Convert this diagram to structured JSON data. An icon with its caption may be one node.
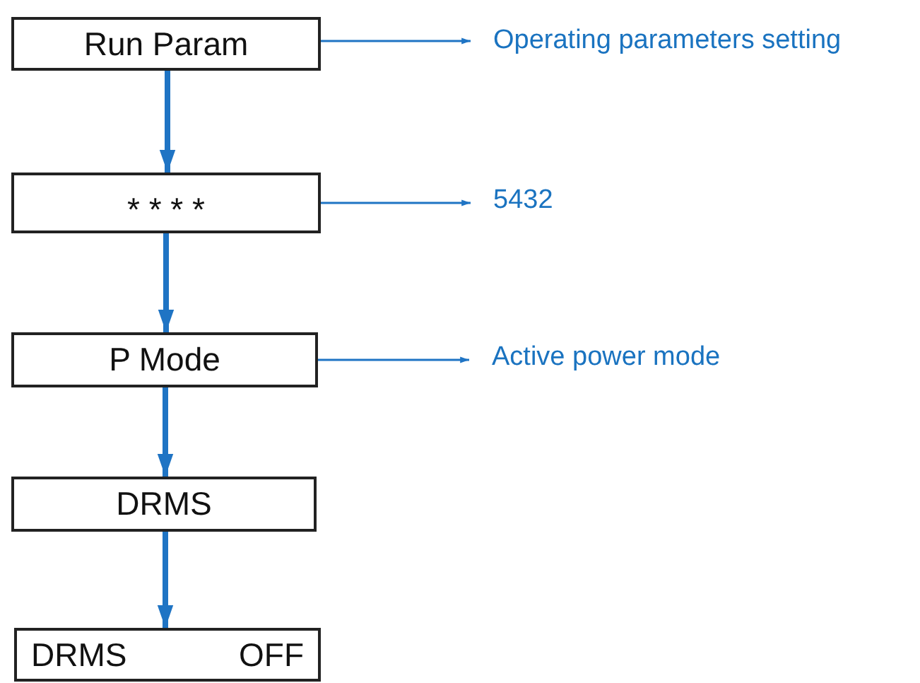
{
  "diagram": {
    "nodes": [
      {
        "text": [
          "Run Param"
        ]
      },
      {
        "text": [
          "Operating parameters setting"
        ]
      },
      {
        "text": [
          "* * * *"
        ]
      },
      {
        "text": [
          "5432"
        ]
      },
      {
        "text": [
          "P Mode"
        ]
      },
      {
        "text": [
          "Active power mode"
        ]
      },
      {
        "text": [
          "DRMS"
        ]
      },
      {
        "text": [
          "DRMS",
          "OFF"
        ]
      }
    ],
    "edges": [
      {
        "from": 0,
        "to": 1,
        "arrow": "to"
      },
      {
        "from": 0,
        "to": 2,
        "arrow": "to"
      },
      {
        "from": 2,
        "to": 3,
        "arrow": "to"
      },
      {
        "from": 2,
        "to": 4,
        "arrow": "to"
      },
      {
        "from": 4,
        "to": 5,
        "arrow": "to"
      },
      {
        "from": 4,
        "to": 6,
        "arrow": "to"
      },
      {
        "from": 6,
        "to": 7,
        "arrow": "to"
      }
    ]
  }
}
